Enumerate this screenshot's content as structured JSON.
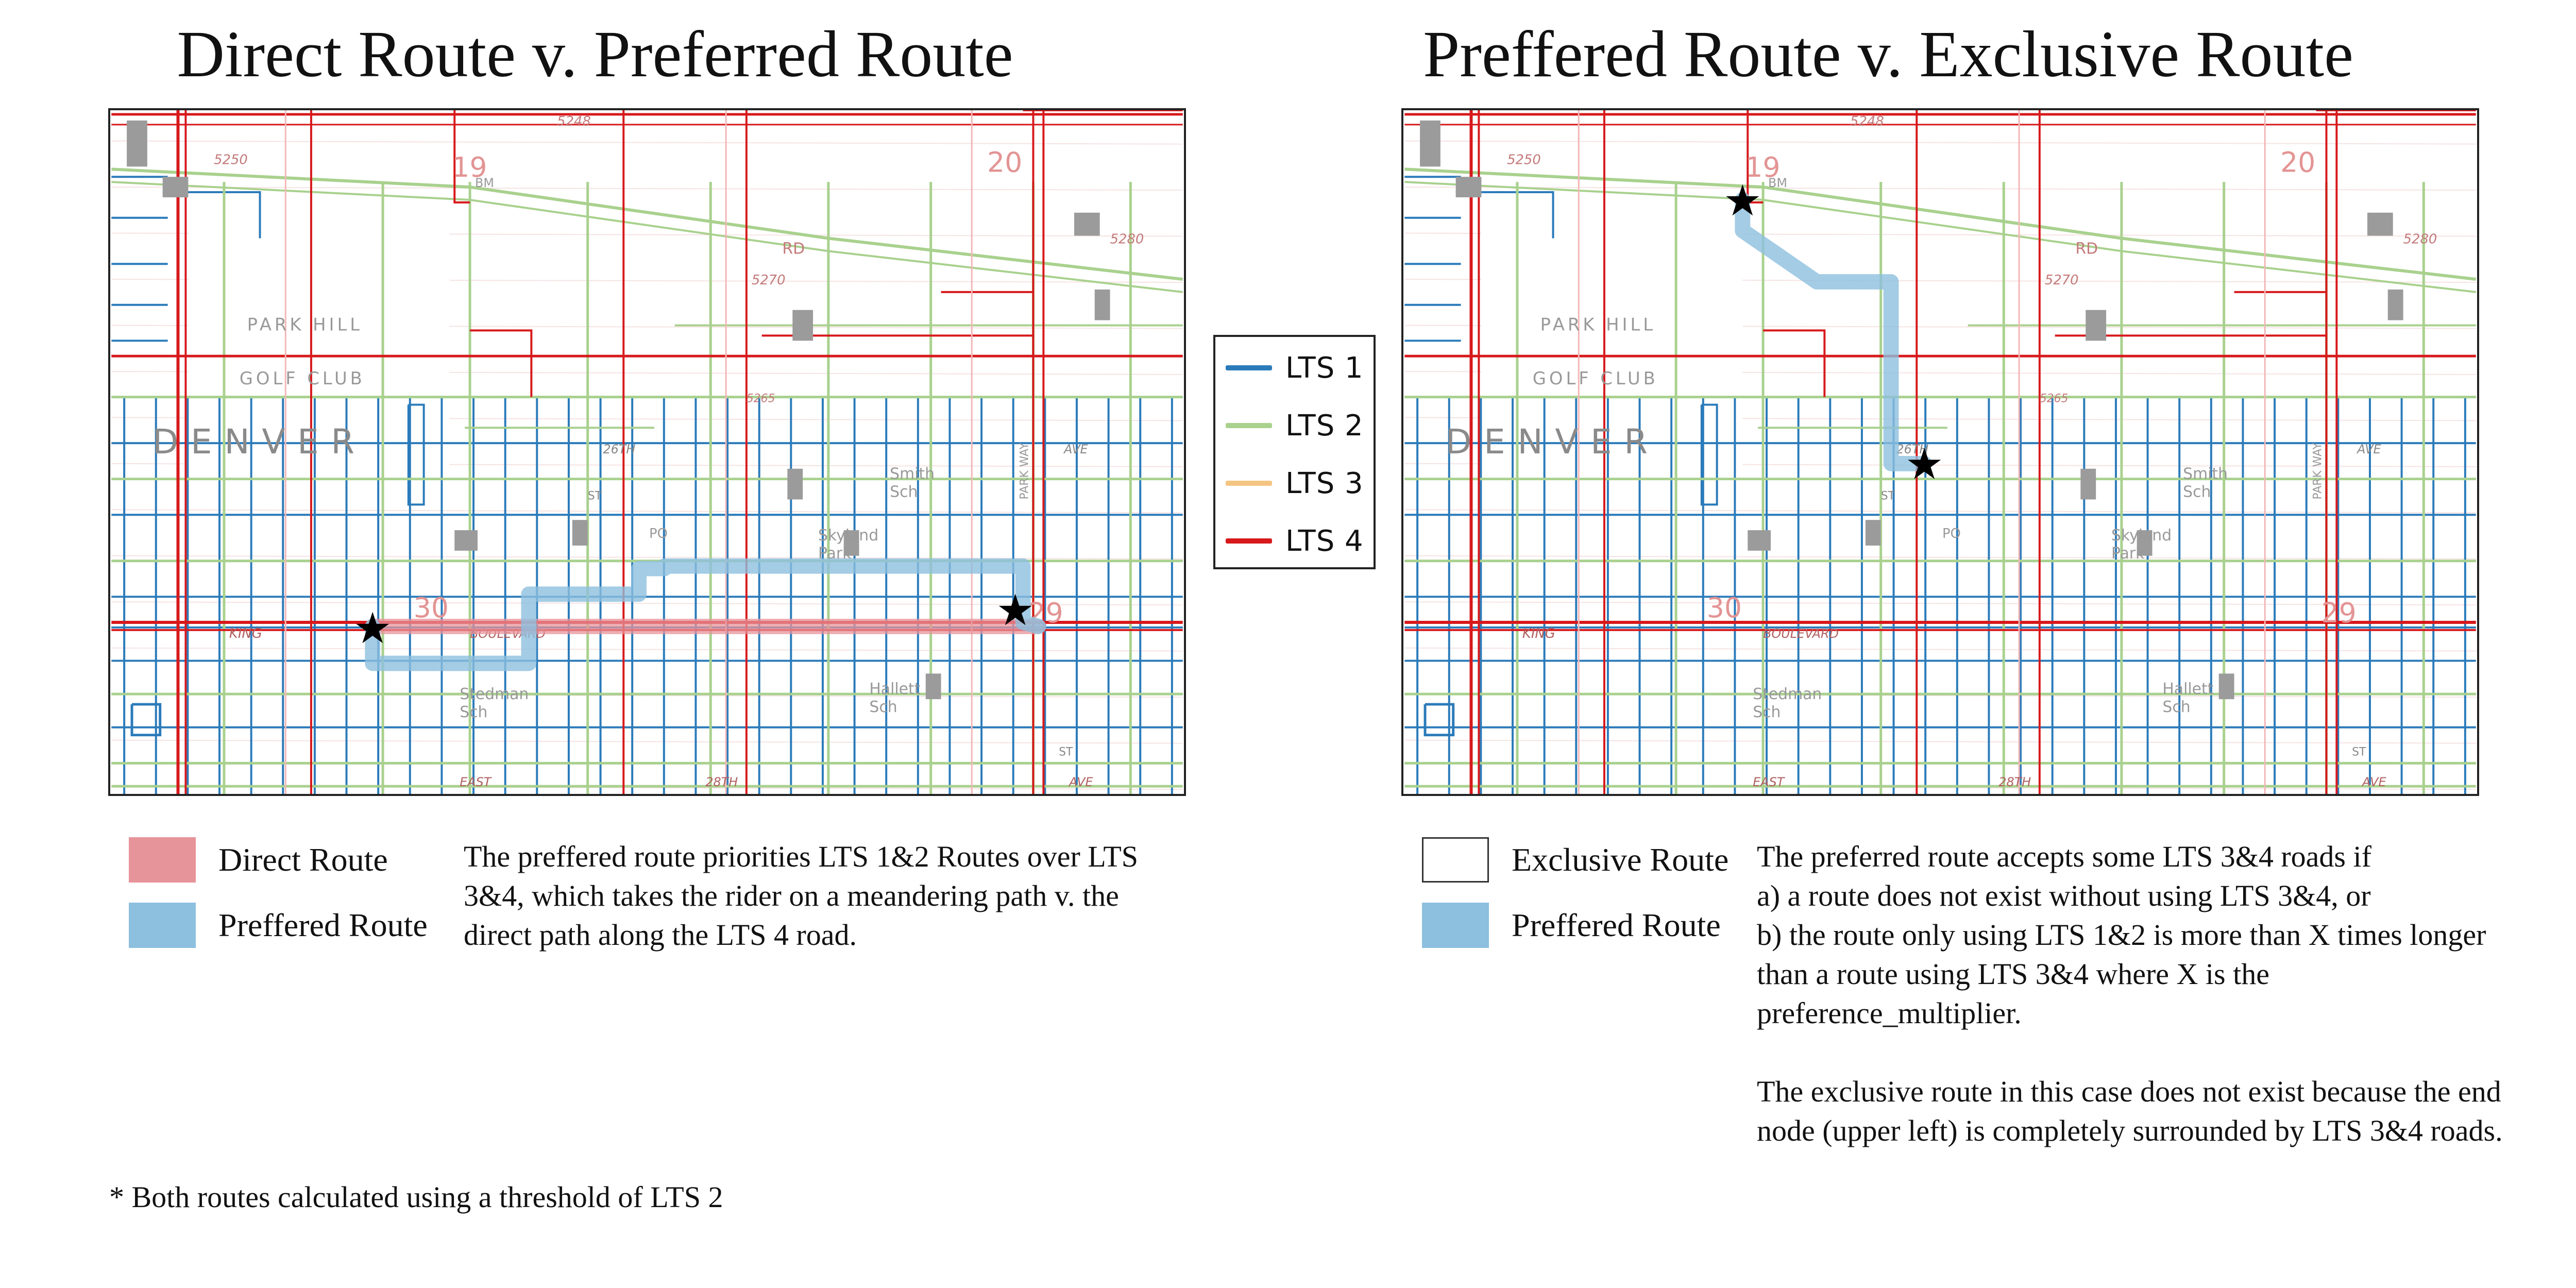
{
  "titles": {
    "left": "Direct Route v. Preferred Route",
    "right": "Preffered Route v. Exclusive Route"
  },
  "lts_legend": [
    {
      "label": "LTS 1",
      "color": "#2b7bba"
    },
    {
      "label": "LTS 2",
      "color": "#a9d18e"
    },
    {
      "label": "LTS 3",
      "color": "#f4c581"
    },
    {
      "label": "LTS 4",
      "color": "#d7191c"
    }
  ],
  "map_labels": {
    "place": "DENVER",
    "golf_1": "PARK   HILL",
    "golf_2": "GOLF   CLUB",
    "boulevard_west": "KING",
    "boulevard": "BOULEVARD",
    "st_1": "EAST",
    "st_2": "26TH",
    "st_3": "28TH",
    "av": "AVE",
    "smith_1": "Smith",
    "smith_2": "Sch",
    "skyland_1": "Skyland",
    "skyland_2": "Park",
    "hallett_1": "Hallett",
    "hallett_2": "Sch",
    "stedman_1": "Stedman",
    "stedman_2": "Sch",
    "section_19": "19",
    "section_20": "20",
    "section_29": "29",
    "section_30": "30",
    "elev_1": "5250",
    "elev_2": "5248",
    "elev_3": "5270",
    "elev_4": "5280",
    "elev_5": "5265",
    "bm": "BM",
    "park_way": "PARK WAY",
    "st": "ST",
    "rd": "RD",
    "po": "PO"
  },
  "legend_left": {
    "direct_label": "Direct Route",
    "direct_color": "#e7939a",
    "preferred_label": "Preffered Route",
    "preferred_color": "#8dbfde"
  },
  "legend_right": {
    "exclusive_label": "Exclusive Route",
    "exclusive_color": "#ffffff",
    "preferred_label": "Preffered Route",
    "preferred_color": "#8dbfde"
  },
  "notes": {
    "left": "The preffered route priorities LTS 1&2 Routes over LTS 3&4, which takes the rider on a meandering path v. the direct path along the LTS 4 road.",
    "right_intro": "The preferred route accepts some LTS 3&4 roads if",
    "right_a": "a)  a route does not exist without using LTS 3&4, or",
    "right_b": "b)  the route only using LTS 1&2 is more than X times longer than a route using LTS 3&4 where X is the preference_multiplier.",
    "right_exclusive": "The exclusive route in this case does not exist because the end node (upper left) is completely surrounded by LTS 3&4 roads."
  },
  "footnote": "*   Both routes calculated using a threshold of LTS 2"
}
